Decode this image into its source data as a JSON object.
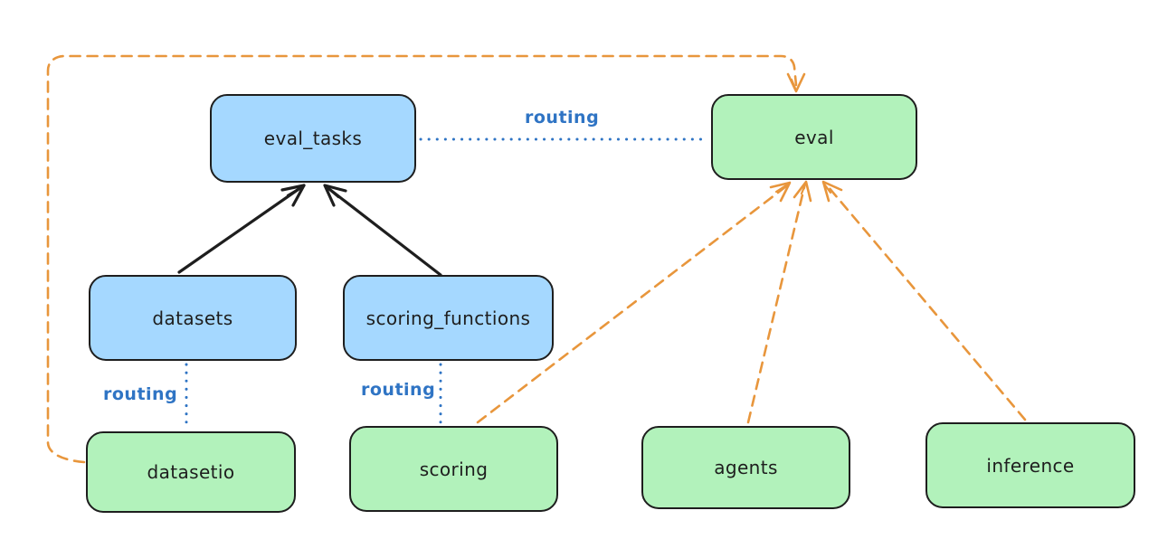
{
  "diagram": {
    "nodes": [
      {
        "id": "eval_tasks",
        "label": "eval_tasks",
        "fill": "#a5d8ff"
      },
      {
        "id": "eval",
        "label": "eval",
        "fill": "#b2f2bb"
      },
      {
        "id": "datasets",
        "label": "datasets",
        "fill": "#a5d8ff"
      },
      {
        "id": "scoring_functions",
        "label": "scoring_functions",
        "fill": "#a5d8ff"
      },
      {
        "id": "datasetio",
        "label": "datasetio",
        "fill": "#b2f2bb"
      },
      {
        "id": "scoring",
        "label": "scoring",
        "fill": "#b2f2bb"
      },
      {
        "id": "agents",
        "label": "agents",
        "fill": "#b2f2bb"
      },
      {
        "id": "inference",
        "label": "inference",
        "fill": "#b2f2bb"
      }
    ],
    "edges": [
      {
        "from": "datasets",
        "to": "eval_tasks",
        "style": "solid-black-arrow"
      },
      {
        "from": "scoring_functions",
        "to": "eval_tasks",
        "style": "solid-black-arrow"
      },
      {
        "from": "eval_tasks",
        "to": "eval",
        "style": "dotted-blue",
        "label": "routing"
      },
      {
        "from": "datasets",
        "to": "datasetio",
        "style": "dotted-blue",
        "label": "routing"
      },
      {
        "from": "scoring_functions",
        "to": "scoring",
        "style": "dotted-blue",
        "label": "routing"
      },
      {
        "from": "datasetio",
        "to": "eval",
        "style": "dashed-orange-arrow"
      },
      {
        "from": "scoring",
        "to": "eval",
        "style": "dashed-orange-arrow"
      },
      {
        "from": "agents",
        "to": "eval",
        "style": "dashed-orange-arrow"
      },
      {
        "from": "inference",
        "to": "eval",
        "style": "dashed-orange-arrow"
      }
    ],
    "edge_labels": [
      {
        "id": "routing-eval-tasks-to-eval",
        "text": "routing"
      },
      {
        "id": "routing-datasets-to-datasetio",
        "text": "routing"
      },
      {
        "id": "routing-scoring-functions-to-scoring",
        "text": "routing"
      }
    ],
    "colors": {
      "background": "#ffffff",
      "node_stroke": "#1e1e1e",
      "blue_fill": "#a5d8ff",
      "green_fill": "#b2f2bb",
      "routing_blue": "#2f74c4",
      "orange": "#e8963c",
      "black_arrow": "#1e1e1e"
    }
  }
}
